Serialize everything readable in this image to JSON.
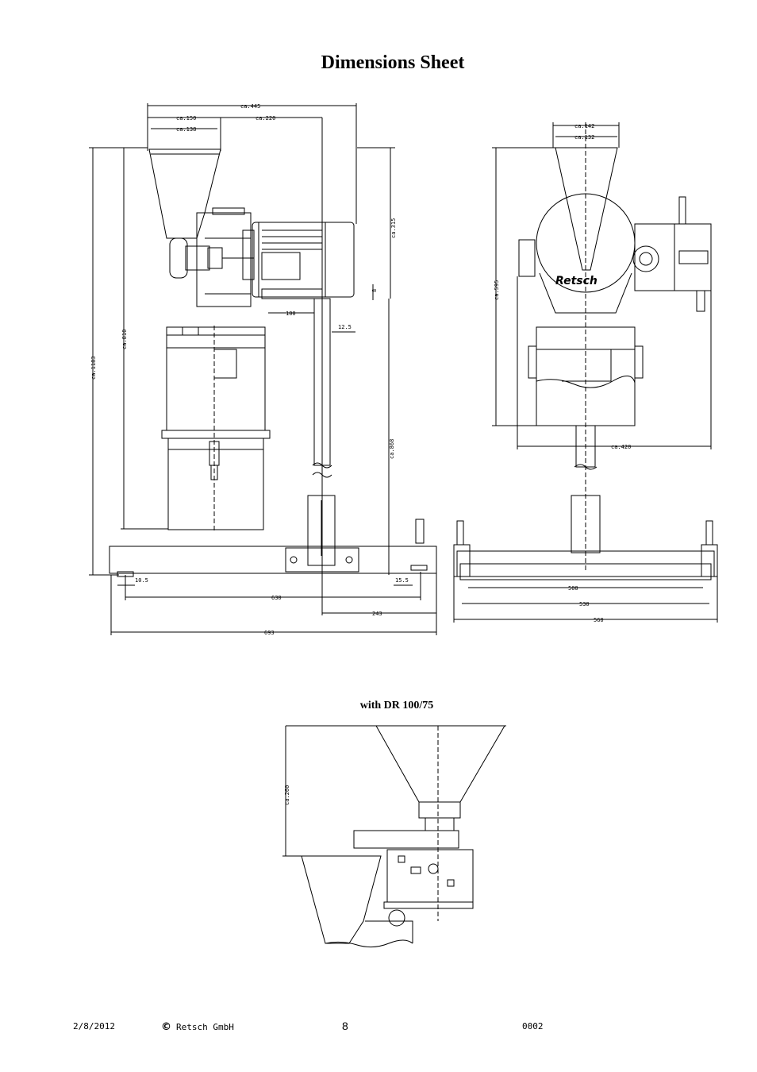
{
  "title": "Dimensions Sheet",
  "sub_caption": "with DR 100/75",
  "brand": "Retsch",
  "dimensions": {
    "top_width": "ca.445",
    "hopper_150": "ca.150",
    "hopper_138": "ca.138",
    "motor_220": "ca.220",
    "right_315": "ca.315",
    "total_1183": "ca.1183",
    "height_810": "ca.810",
    "right_868": "ca.868",
    "d_8": "8",
    "d_100": "100",
    "d_12_5": "12.5",
    "d_10_5": "10.5",
    "d_15_5": "15.5",
    "d_630": "630",
    "d_243": "243",
    "d_693": "693",
    "side_142": "ca.142",
    "side_132": "ca.132",
    "side_595": "ca.595",
    "side_420": "ca.420",
    "side_500": "500",
    "side_530": "530",
    "side_560": "560",
    "dr_260": "ca.260"
  },
  "footer": {
    "date": "2/8/2012",
    "copyright_symbol": "©",
    "company": "Retsch GmbH",
    "page": "8",
    "code": "0002"
  }
}
